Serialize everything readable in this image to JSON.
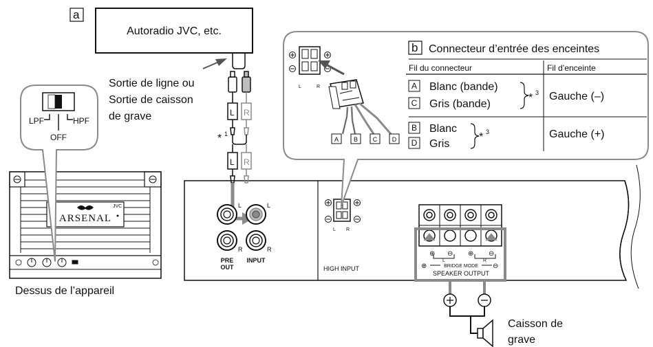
{
  "labels": {
    "a_box": "a",
    "b_box": "b",
    "head_unit": "Autoradio JVC, etc.",
    "line_out_1": "Sortie de ligne ou",
    "line_out_2": "Sortie de caisson",
    "line_out_3": "de grave",
    "ref_star1": "*",
    "ref_star1_sup": "1",
    "plug_L": "L",
    "plug_R": "R",
    "lpf": "LPF",
    "hpf": "HPF",
    "off": "OFF",
    "dessus": "Dessus de l’appareil",
    "brand": "ARSENAL",
    "brand_small": "JVC",
    "pre_out_1": "PRE",
    "pre_out_2": "OUT",
    "input": "INPUT",
    "jack_L": "L",
    "jack_R": "R",
    "high_input": "HIGH INPUT",
    "bridge_mode": "BRIDGE MODE",
    "speaker_output": "SPEAKER  OUTPUT",
    "sub_1": "Caisson de",
    "sub_2": "grave"
  },
  "table": {
    "title": "Connecteur d’entrée des enceintes",
    "col1": "Fil du connecteur",
    "col2": "Fil d’enceinte",
    "rows": [
      {
        "letter": "A",
        "text": "Blanc (bande)"
      },
      {
        "letter": "C",
        "text": "Gris (bande)"
      },
      {
        "letter": "B",
        "text": "Blanc"
      },
      {
        "letter": "D",
        "text": "Gris"
      }
    ],
    "ref_a": "*",
    "ref_a_sup": "3",
    "ref_b": "*",
    "ref_b_sup": "3",
    "left_minus": "Gauche (–)",
    "left_plus": "Gauche (+)"
  },
  "wire_tags": [
    "A",
    "B",
    "C",
    "D"
  ],
  "colors": {
    "line": "#111111",
    "gray": "#8a8a8a",
    "light_gray": "#bdbdbd",
    "panel_fill": "#ffffff"
  }
}
